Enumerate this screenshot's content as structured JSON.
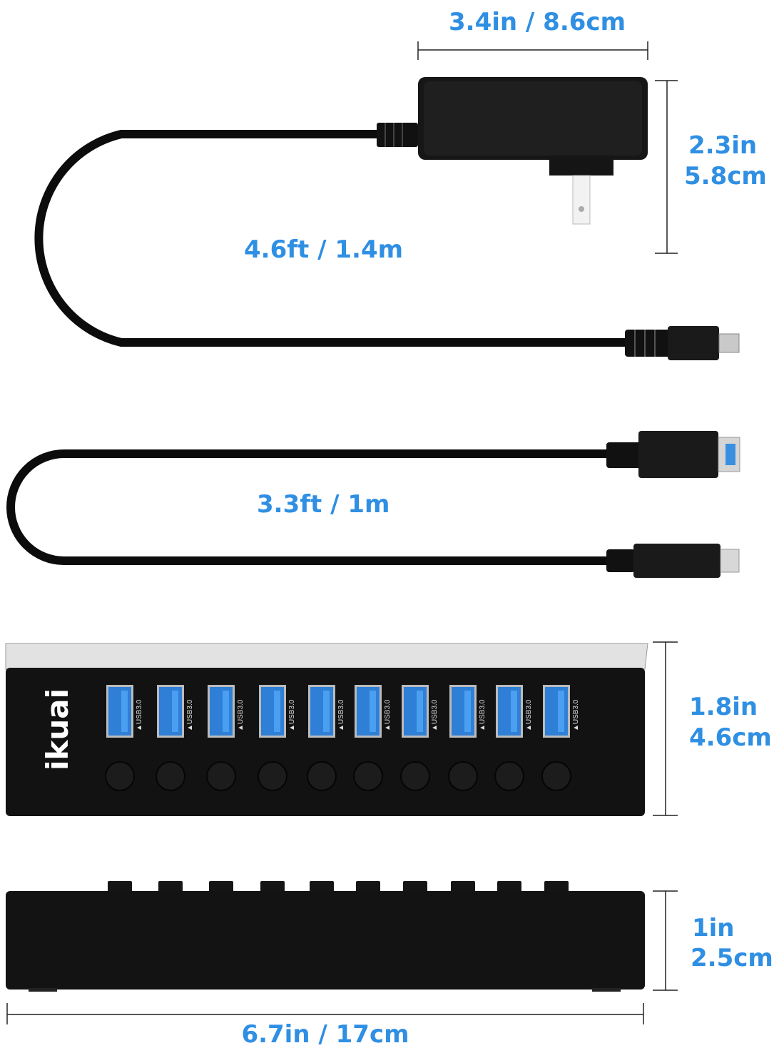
{
  "labels": {
    "adapter_width": "3.4in / 8.6cm",
    "adapter_height_in": "2.3in",
    "adapter_height_cm": "5.8cm",
    "power_cable_length": "4.6ft / 1.4m",
    "usb_cable_length": "3.3ft / 1m",
    "hub_height_in": "1.8in",
    "hub_height_cm": "4.6cm",
    "hub_depth_in": "1in",
    "hub_depth_cm": "2.5cm",
    "hub_length": "6.7in / 17cm"
  },
  "hub": {
    "brand": "ikuai",
    "port_label": "▲USB3.0",
    "port_count": 10
  },
  "colors": {
    "accent": "#2f8fe3",
    "body": "#111111",
    "port_blue": "#2f7fd6",
    "top_silver": "#e2e2e2"
  }
}
